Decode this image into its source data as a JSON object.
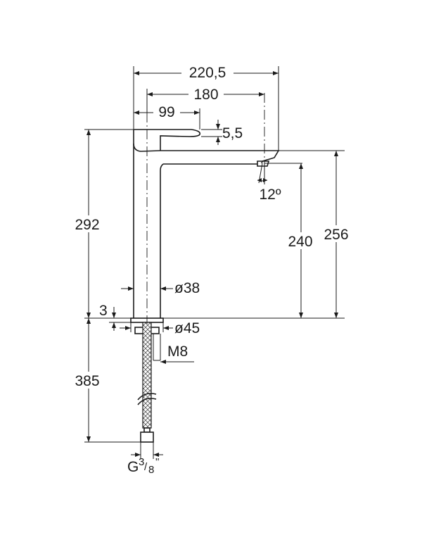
{
  "dimensions": {
    "overall_width": "220,5",
    "axis_to_outlet": "180",
    "axis_to_lever": "99",
    "lever_height": "5,5",
    "outlet_angle": "12º",
    "total_height": "292",
    "outlet_height": "240",
    "spout_height": "256",
    "body_diameter": "ø38",
    "base_diameter": "ø45",
    "base_thickness": "3",
    "stud_thread": "M8",
    "hose_length": "385",
    "connection_thread": "G",
    "connection_fraction_num": "3",
    "connection_fraction_den": "8",
    "connection_inch_mark": "\""
  }
}
